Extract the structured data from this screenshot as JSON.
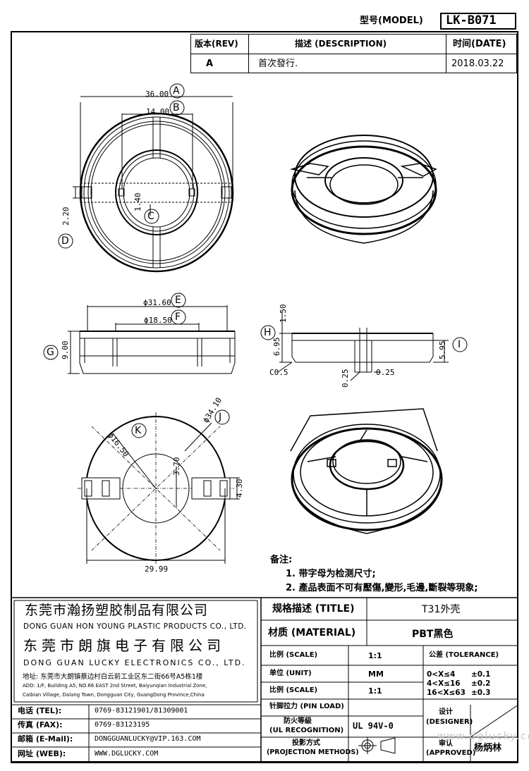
{
  "header": {
    "model_label": "型号(MODEL)",
    "model_value": "LK-B071"
  },
  "revision_table": {
    "col_rev": "版本(REV)",
    "col_desc": "描述 (DESCRIPTION)",
    "col_date": "时间(DATE)",
    "rows": [
      {
        "rev": "A",
        "desc": "首次發行.",
        "date": "2018.03.22"
      }
    ]
  },
  "dimensions": {
    "A": "36.00",
    "B": "14.00",
    "C": "1.40",
    "D": "2.20",
    "E": "ϕ31.60",
    "F": "ϕ18.50",
    "G": "9.00",
    "H": "6.95",
    "H2": "1.50",
    "I": "5.95",
    "J": "ϕ34.10",
    "K": "ϕ16.50",
    "L": "3.70",
    "M": "4.30",
    "N": "29.99",
    "C05": "C0.5",
    "t1": "0.25",
    "t2": "0.25"
  },
  "notes": {
    "title": "备注:",
    "items": [
      "1. 带字母为检测尺寸;",
      "2. 產品表面不可有壓傷,變形,毛邊,斷裂等現象;"
    ]
  },
  "company": {
    "name1_cn": "东莞市瀚扬塑胶制品有限公司",
    "name1_en": "DONG GUAN HON YOUNG PLASTIC PRODUCTS CO., LTD.",
    "name2_cn": "东莞市朗旗电子有限公司",
    "name2_en": "DONG GUAN LUCKY ELECTRONICS CO., LTD.",
    "addr_cn": "地址: 东莞市大朗镇蔡边村白云前工业区东二街66号A5栋1楼",
    "addr_en1": "ADD: 1/F, Building A5, NO.66 EAST 2nd Street, Baiyunqian Industrial Zone,",
    "addr_en2": "Caibian Village, Dalang Town, Dongguan City, GuangDong Province,China"
  },
  "contacts": [
    {
      "label": "电话 (TEL):",
      "value": "0769-83121901/81309001"
    },
    {
      "label": "传真 (FAX):",
      "value": "0769-83123195"
    },
    {
      "label": "邮箱 (E-Mail):",
      "value": "DONGGUANLUCKY@VIP.163.COM"
    },
    {
      "label": "网址 (WEB):",
      "value": "WWW.DGLUCKY.COM"
    }
  ],
  "title_block": {
    "title_label": "规格描述 (TITLE)",
    "title_value": "T31外壳",
    "material_label": "材质 (MATERIAL)",
    "material_value": "PBT黑色",
    "scale_label": "比例 (SCALE)",
    "scale_value": "1:1",
    "tolerance_label": "公差 (TOLERANCE)",
    "unit_label": "单位 (UNIT)",
    "unit_value": "MM",
    "scale2_label": "比例 (SCALE)",
    "scale2_value": "1:1",
    "tol1": "0<X≤4",
    "tol1v": "±0.1",
    "tol2": "4<X≤16",
    "tol2v": "±0.2",
    "tol3": "16<X≤63",
    "tol3v": "±0.3",
    "pin_label": "针脚拉力 (PIN LOAD)",
    "ul_label_cn": "防火等級",
    "ul_label_en": "(UL RECOGNITION)",
    "ul_value": "UL 94V-0",
    "proj_label_cn": "投影方式",
    "proj_label_en": "(PROJECTION METHODS)",
    "designer_cn": "设计",
    "designer_en": "(DESIGNER)",
    "approved_cn": "审认",
    "approved_en": "(APPROVED)",
    "approved_name": "杨炳林",
    "watermark": "www.dglucky.com"
  }
}
